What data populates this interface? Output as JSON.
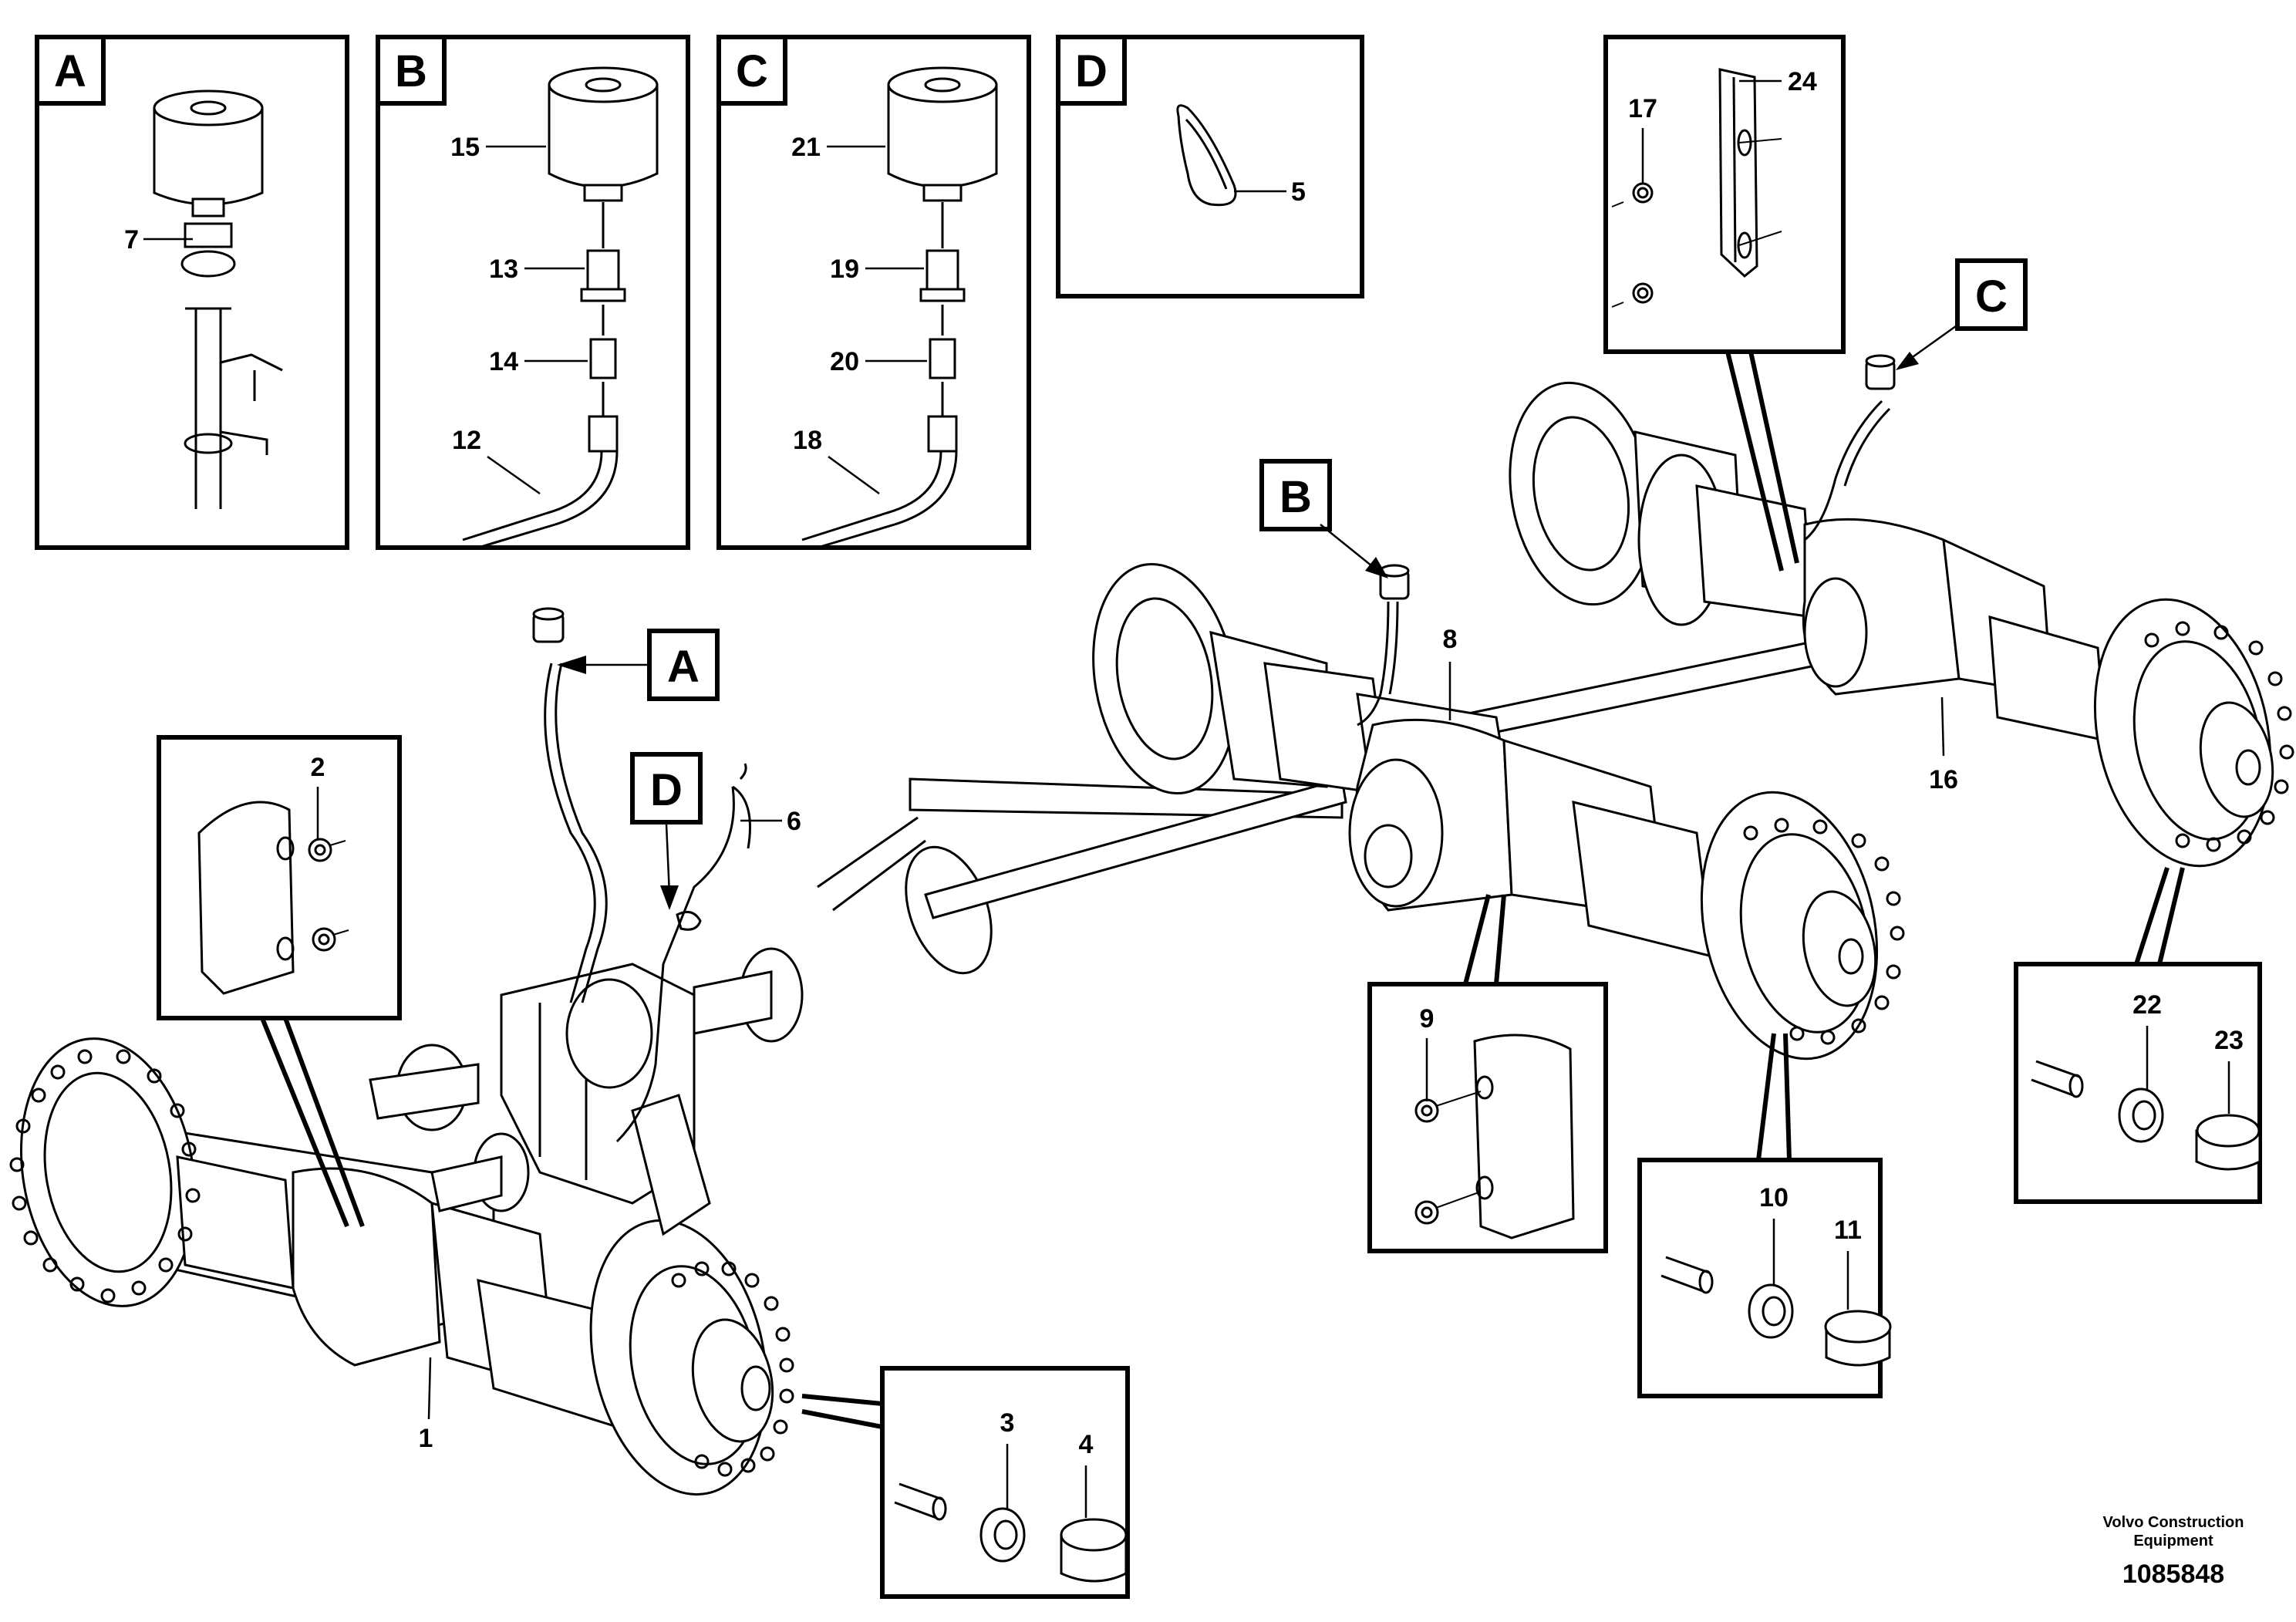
{
  "detail_tags": [
    "A",
    "B",
    "C",
    "D"
  ],
  "callout_tags": [
    "A",
    "B",
    "C",
    "D"
  ],
  "part_numbers": {
    "n1": "1",
    "n2": "2",
    "n3": "3",
    "n4": "4",
    "n5": "5",
    "n6": "6",
    "n7": "7",
    "n8": "8",
    "n9": "9",
    "n10": "10",
    "n11": "11",
    "n12": "12",
    "n13": "13",
    "n14": "14",
    "n15": "15",
    "n16": "16",
    "n17": "17",
    "n18": "18",
    "n19": "19",
    "n20": "20",
    "n21": "21",
    "n22": "22",
    "n23": "23",
    "n24": "24"
  },
  "footer": {
    "brand_line1": "Volvo Construction",
    "brand_line2": "Equipment",
    "drawing_number": "1085848"
  }
}
